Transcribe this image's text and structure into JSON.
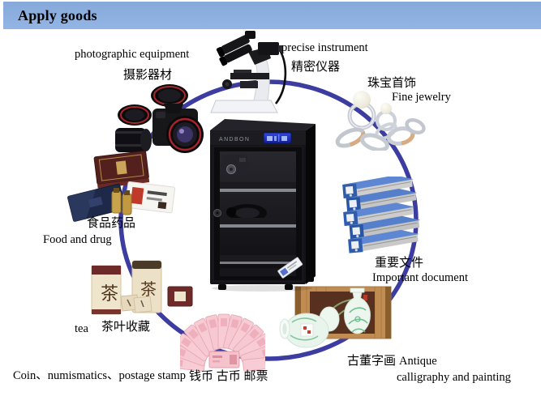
{
  "header": {
    "title": "Apply goods",
    "background": "#8cb1e1"
  },
  "colors": {
    "ring": "#31319c",
    "header_bg": "#8cb1e1",
    "cabinet_body": "#141418",
    "lcd_blue": "#2738d6",
    "banknote_pink": "#f6c9d2",
    "celadon_green": "#7fc89b",
    "binder_blue": "#4a7fd1"
  },
  "cabinet": {
    "brand": "ANDBON"
  },
  "labels": {
    "photographic": {
      "en": "photographic equipment",
      "zh": "摄影器材"
    },
    "precise": {
      "en": "precise instrument",
      "zh": "精密仪器"
    },
    "jewelry": {
      "zh": "珠宝首饰",
      "en": "Fine jewelry"
    },
    "food": {
      "zh": "食品药品",
      "en": "Food and drug"
    },
    "document": {
      "zh": "重要文件",
      "en": "Important document"
    },
    "tea": {
      "en": "tea",
      "zh": "茶叶收藏"
    },
    "antique": {
      "zh": "古董字画",
      "en1": "Antique",
      "en2": "calligraphy and painting"
    },
    "coin": {
      "en": "Coin、numismatics、postage stamp",
      "zh": "钱币 古币 邮票"
    },
    "tea_glyph": "茶"
  }
}
